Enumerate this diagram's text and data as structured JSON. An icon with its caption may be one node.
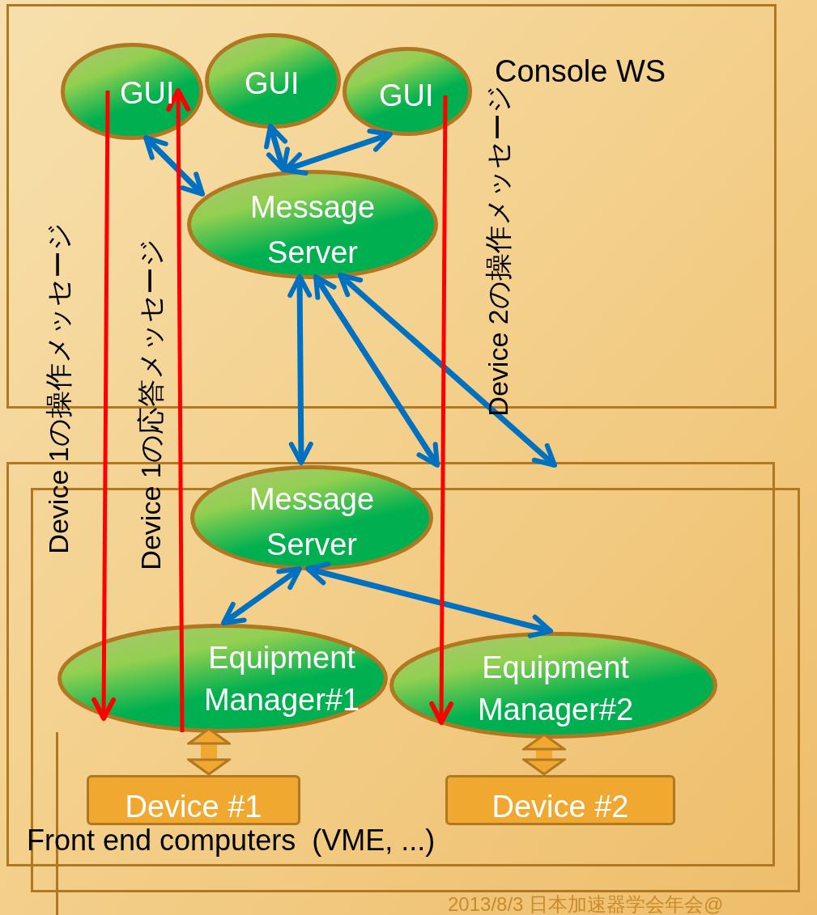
{
  "diagram": {
    "nodes": [
      {
        "text": [
          "Console WS"
        ]
      },
      {
        "text": [
          "Front end computers  (VME, ...)"
        ]
      },
      {
        "text": [
          "GUI"
        ],
        "in": 0
      },
      {
        "text": [
          "GUI"
        ],
        "in": 0
      },
      {
        "text": [
          "GUI"
        ],
        "in": 0
      },
      {
        "text": [
          "Message Server"
        ],
        "in": 0
      },
      {
        "text": [
          "Message Server"
        ],
        "in": 1
      },
      {
        "text": [
          "Equipment Manager#1"
        ],
        "in": 1
      },
      {
        "text": [
          "Equipment Manager#2"
        ],
        "in": 1
      },
      {
        "text": [
          "Device #1"
        ],
        "in": 1
      },
      {
        "text": [
          "Device #2"
        ],
        "in": 1
      }
    ],
    "edges": [
      {
        "from": 2,
        "to": 5,
        "arrow": "both"
      },
      {
        "from": 3,
        "to": 5,
        "arrow": "both"
      },
      {
        "from": 5,
        "to": 4,
        "arrow": "both"
      },
      {
        "from": 5,
        "to": 6,
        "arrow": "both"
      },
      {
        "from": 5,
        "to": 1,
        "arrow": "both"
      },
      {
        "from": 5,
        "to": 1,
        "arrow": "both"
      },
      {
        "from": 6,
        "to": 7,
        "arrow": "both"
      },
      {
        "from": 6,
        "to": 8,
        "arrow": "both"
      },
      {
        "from": 7,
        "to": 9,
        "arrow": "both",
        "style": "thick",
        "color": "#f0a830"
      },
      {
        "from": 8,
        "to": 10,
        "arrow": "both",
        "style": "thick",
        "color": "#f0a830"
      },
      {
        "from": 2,
        "to": 7,
        "arrow": "to",
        "color": "#ff0000",
        "label": "Device 1の操作メッセージ"
      },
      {
        "from": 7,
        "to": 2,
        "arrow": "to",
        "color": "#ff0000",
        "label": "Device 1の応答メッセージ"
      },
      {
        "from": 4,
        "to": 8,
        "arrow": "to",
        "color": "#ff0000",
        "label": "Device 2の操作メッセージ"
      }
    ],
    "labels": [
      "2013/8/3 日本加速器学会年会@"
    ]
  }
}
